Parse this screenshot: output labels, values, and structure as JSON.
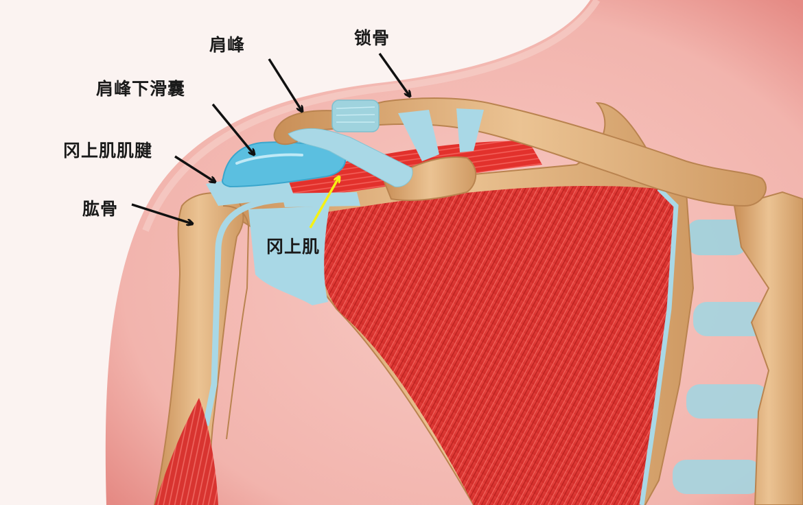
{
  "diagram": {
    "subject": "Shoulder joint anatomy (anterior view)",
    "colors": {
      "background": "#fbf3f1",
      "skin": "#f2b7b0",
      "skin_edge": "#e8928c",
      "bone": "#d9a874",
      "bone_light": "#ecc596",
      "muscle": "#e03a36",
      "muscle_dark": "#b8201e",
      "tendon": "#a9d8e6",
      "bursa": "#5bbfe0",
      "arrow_black": "#111111",
      "arrow_yellow": "#f5f214"
    },
    "labels": [
      {
        "id": "acromion",
        "text": "肩峰",
        "english": "Acromion"
      },
      {
        "id": "clavicle",
        "text": "锁骨",
        "english": "Clavicle"
      },
      {
        "id": "subacromial-bursa",
        "text": "肩峰下滑囊",
        "english": "Subacromial bursa"
      },
      {
        "id": "supraspinatus-tendon",
        "text": "冈上肌肌腱",
        "english": "Supraspinatus tendon"
      },
      {
        "id": "humerus",
        "text": "肱骨",
        "english": "Humerus"
      },
      {
        "id": "supraspinatus",
        "text": "冈上肌",
        "english": "Supraspinatus muscle"
      }
    ]
  }
}
